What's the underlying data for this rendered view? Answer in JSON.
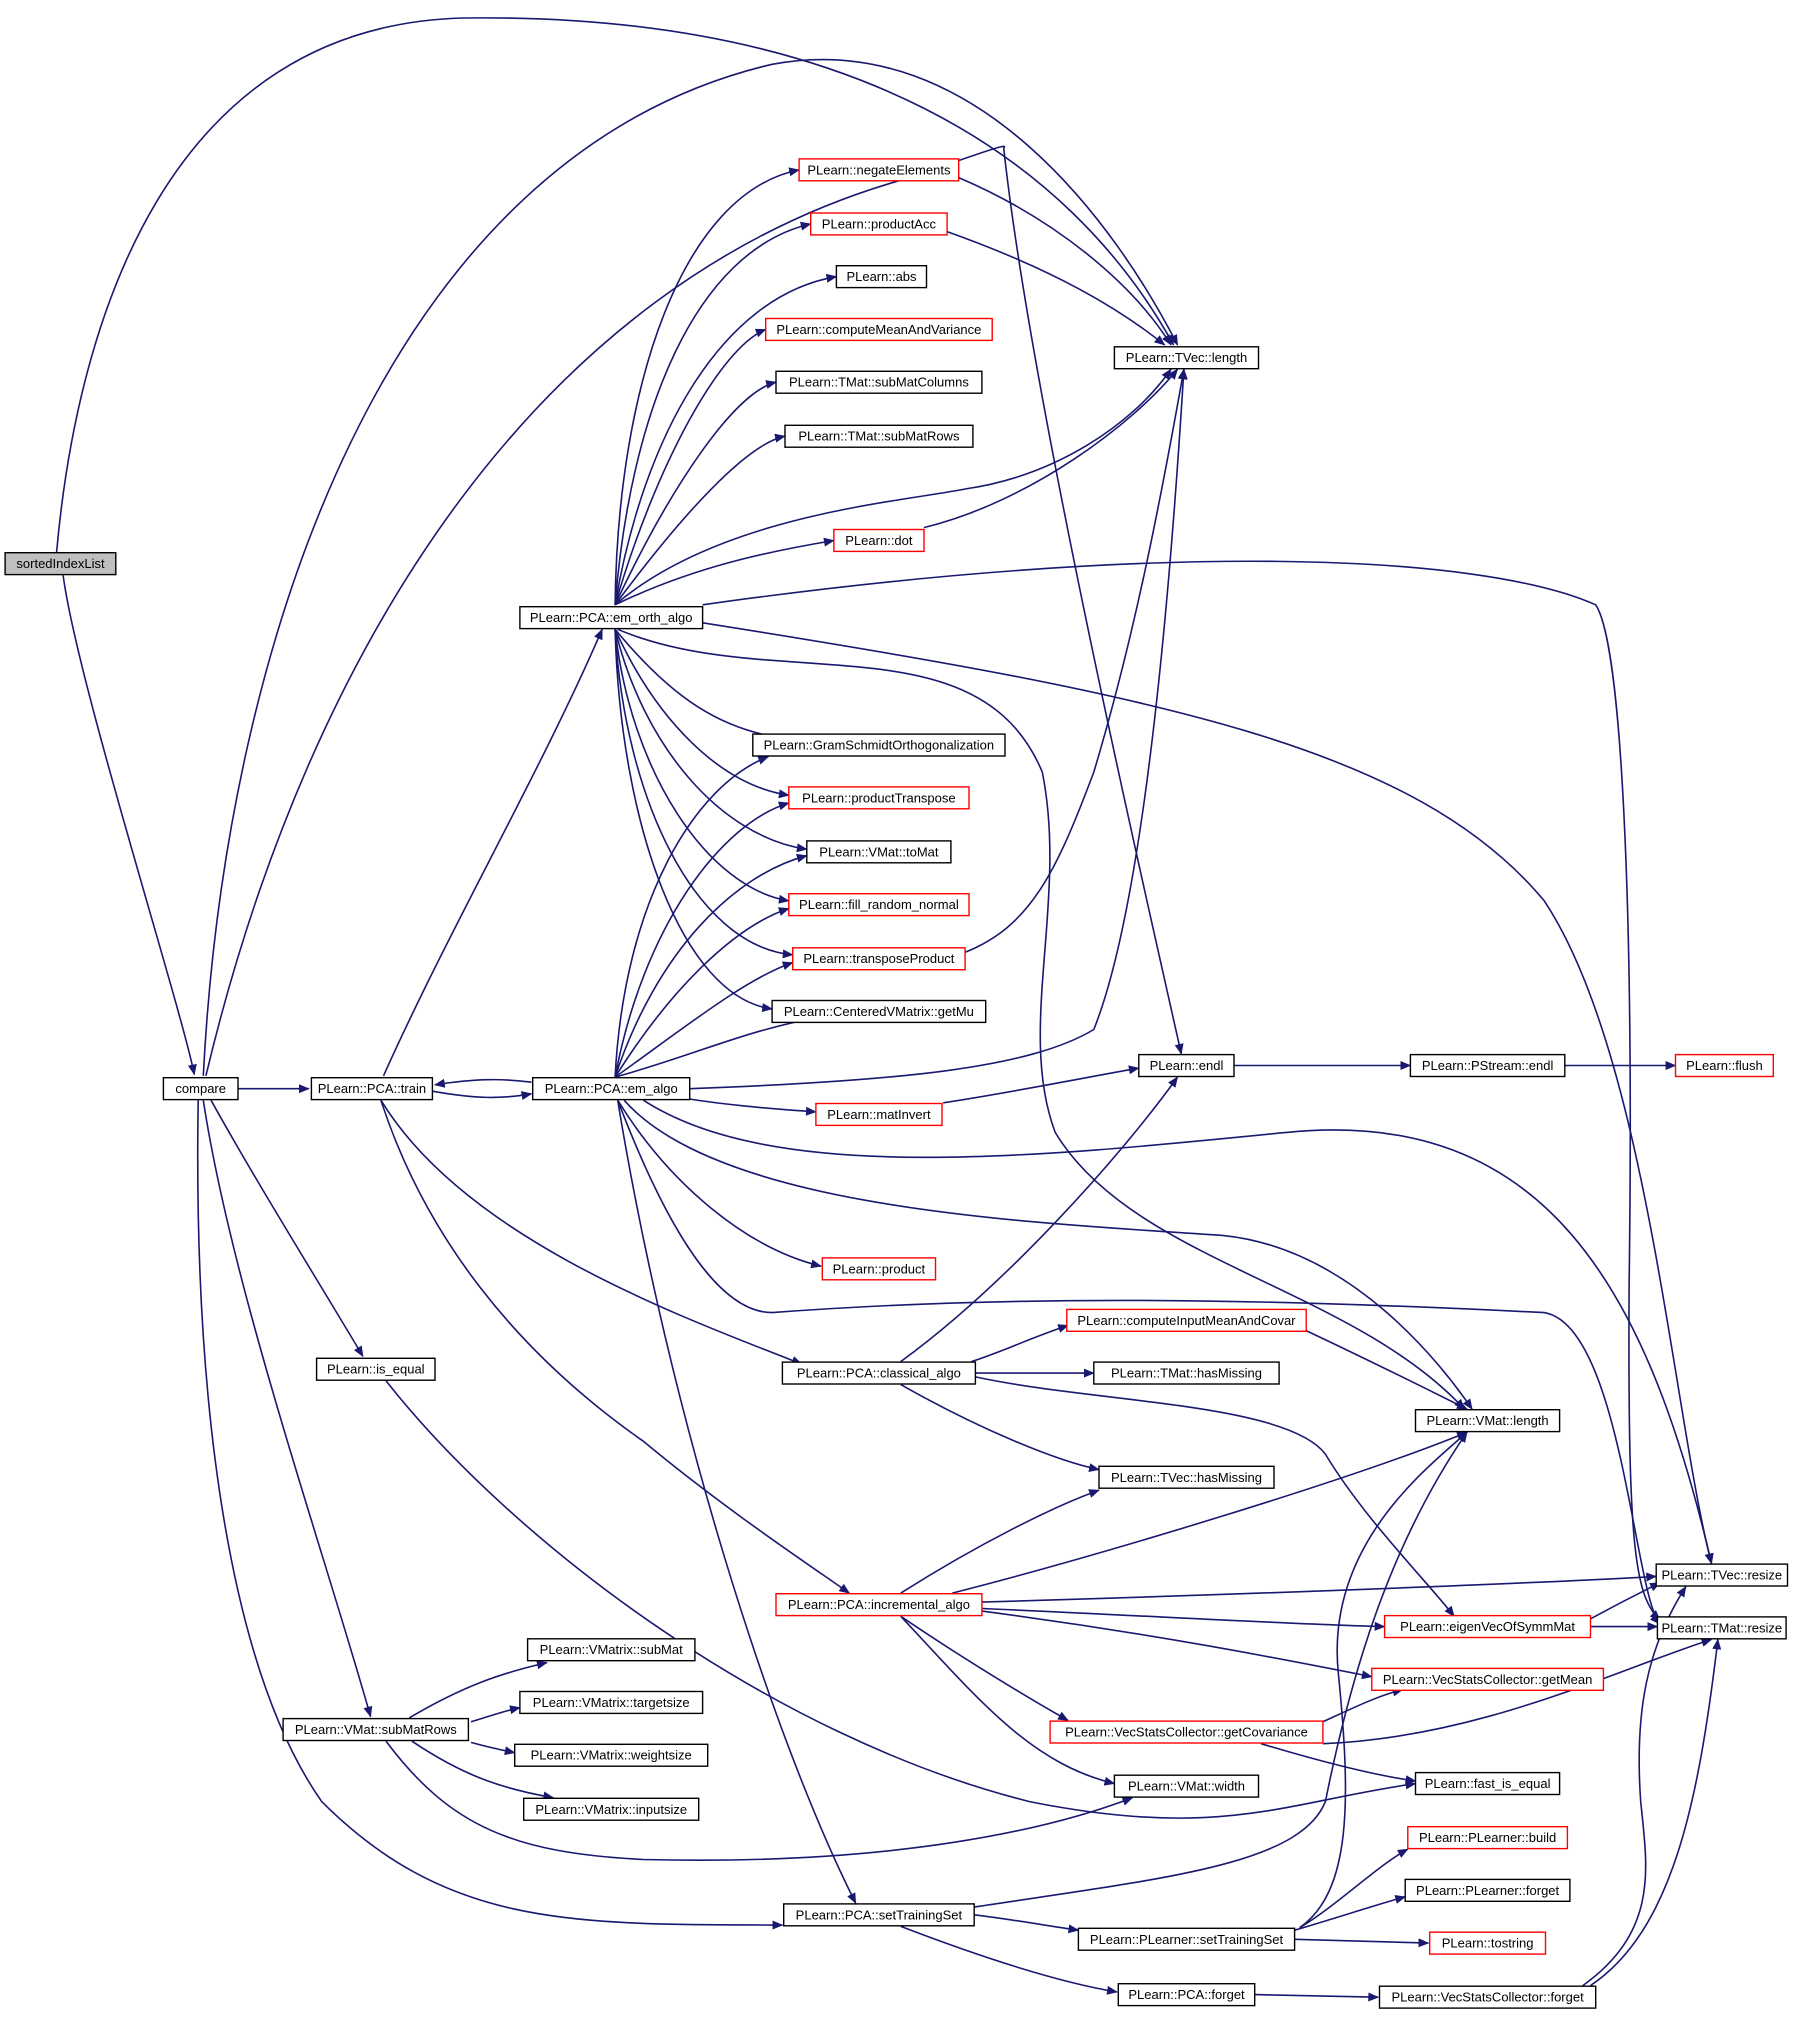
{
  "colors": {
    "edge": "#191970",
    "node_border": "#000000",
    "node_truncated_border": "#ff0000",
    "root_fill": "#bfbfbf"
  },
  "nodes": [
    {
      "id": "sortedIndexList",
      "label": "sortedIndexList",
      "style": "root"
    },
    {
      "id": "compare",
      "label": "compare",
      "style": "normal"
    },
    {
      "id": "pca_train",
      "label": "PLearn::PCA::train",
      "style": "normal"
    },
    {
      "id": "em_orth",
      "label": "PLearn::PCA::em_orth_algo",
      "style": "normal"
    },
    {
      "id": "em_algo",
      "label": "PLearn::PCA::em_algo",
      "style": "normal"
    },
    {
      "id": "negate",
      "label": "PLearn::negateElements",
      "style": "red"
    },
    {
      "id": "productAcc",
      "label": "PLearn::productAcc",
      "style": "red"
    },
    {
      "id": "abs",
      "label": "PLearn::abs",
      "style": "normal"
    },
    {
      "id": "computeMeanVar",
      "label": "PLearn::computeMeanAndVariance",
      "style": "red"
    },
    {
      "id": "subMatColumns",
      "label": "PLearn::TMat::subMatColumns",
      "style": "normal"
    },
    {
      "id": "tmat_subMatRows",
      "label": "PLearn::TMat::subMatRows",
      "style": "normal"
    },
    {
      "id": "dot",
      "label": "PLearn::dot",
      "style": "red"
    },
    {
      "id": "gram",
      "label": "PLearn::GramSchmidtOrthogonalization",
      "style": "normal"
    },
    {
      "id": "productTranspose",
      "label": "PLearn::productTranspose",
      "style": "red"
    },
    {
      "id": "toMat",
      "label": "PLearn::VMat::toMat",
      "style": "normal"
    },
    {
      "id": "fillRandom",
      "label": "PLearn::fill_random_normal",
      "style": "red"
    },
    {
      "id": "transposeProduct",
      "label": "PLearn::transposeProduct",
      "style": "red"
    },
    {
      "id": "getMu",
      "label": "PLearn::CenteredVMatrix::getMu",
      "style": "normal"
    },
    {
      "id": "matInvert",
      "label": "PLearn::matInvert",
      "style": "red"
    },
    {
      "id": "product",
      "label": "PLearn::product",
      "style": "red"
    },
    {
      "id": "tvec_length",
      "label": "PLearn::TVec::length",
      "style": "normal"
    },
    {
      "id": "endl",
      "label": "PLearn::endl",
      "style": "normal"
    },
    {
      "id": "pstream_endl",
      "label": "PLearn::PStream::endl",
      "style": "normal"
    },
    {
      "id": "flush",
      "label": "PLearn::flush",
      "style": "red"
    },
    {
      "id": "is_equal",
      "label": "PLearn::is_equal",
      "style": "normal"
    },
    {
      "id": "classical",
      "label": "PLearn::PCA::classical_algo",
      "style": "normal"
    },
    {
      "id": "computeInputMeanCovar",
      "label": "PLearn::computeInputMeanAndCovar",
      "style": "red"
    },
    {
      "id": "tmat_hasMissing",
      "label": "PLearn::TMat::hasMissing",
      "style": "normal"
    },
    {
      "id": "tvec_hasMissing",
      "label": "PLearn::TVec::hasMissing",
      "style": "normal"
    },
    {
      "id": "vmat_length",
      "label": "PLearn::VMat::length",
      "style": "normal"
    },
    {
      "id": "incremental",
      "label": "PLearn::PCA::incremental_algo",
      "style": "red"
    },
    {
      "id": "tvec_resize",
      "label": "PLearn::TVec::resize",
      "style": "normal"
    },
    {
      "id": "tmat_resize",
      "label": "PLearn::TMat::resize",
      "style": "normal"
    },
    {
      "id": "eigenVec",
      "label": "PLearn::eigenVecOfSymmMat",
      "style": "red"
    },
    {
      "id": "getMean",
      "label": "PLearn::VecStatsCollector::getMean",
      "style": "red"
    },
    {
      "id": "getCovariance",
      "label": "PLearn::VecStatsCollector::getCovariance",
      "style": "red"
    },
    {
      "id": "vmatrix_subMat",
      "label": "PLearn::VMatrix::subMat",
      "style": "normal"
    },
    {
      "id": "vmatrix_targetsize",
      "label": "PLearn::VMatrix::targetsize",
      "style": "normal"
    },
    {
      "id": "vmat_subMatRows",
      "label": "PLearn::VMat::subMatRows",
      "style": "normal"
    },
    {
      "id": "vmatrix_weightsize",
      "label": "PLearn::VMatrix::weightsize",
      "style": "normal"
    },
    {
      "id": "vmatrix_inputsize",
      "label": "PLearn::VMatrix::inputsize",
      "style": "normal"
    },
    {
      "id": "vmat_width",
      "label": "PLearn::VMat::width",
      "style": "normal"
    },
    {
      "id": "fast_is_equal",
      "label": "PLearn::fast_is_equal",
      "style": "normal"
    },
    {
      "id": "plearner_build",
      "label": "PLearn::PLearner::build",
      "style": "red"
    },
    {
      "id": "pca_setTrainingSet",
      "label": "PLearn::PCA::setTrainingSet",
      "style": "normal"
    },
    {
      "id": "plearner_forget",
      "label": "PLearn::PLearner::forget",
      "style": "normal"
    },
    {
      "id": "plearner_setTrainingSet",
      "label": "PLearn::PLearner::setTrainingSet",
      "style": "normal"
    },
    {
      "id": "tostring",
      "label": "PLearn::tostring",
      "style": "red"
    },
    {
      "id": "pca_forget",
      "label": "PLearn::PCA::forget",
      "style": "normal"
    },
    {
      "id": "vsc_forget",
      "label": "PLearn::VecStatsCollector::forget",
      "style": "normal"
    }
  ]
}
